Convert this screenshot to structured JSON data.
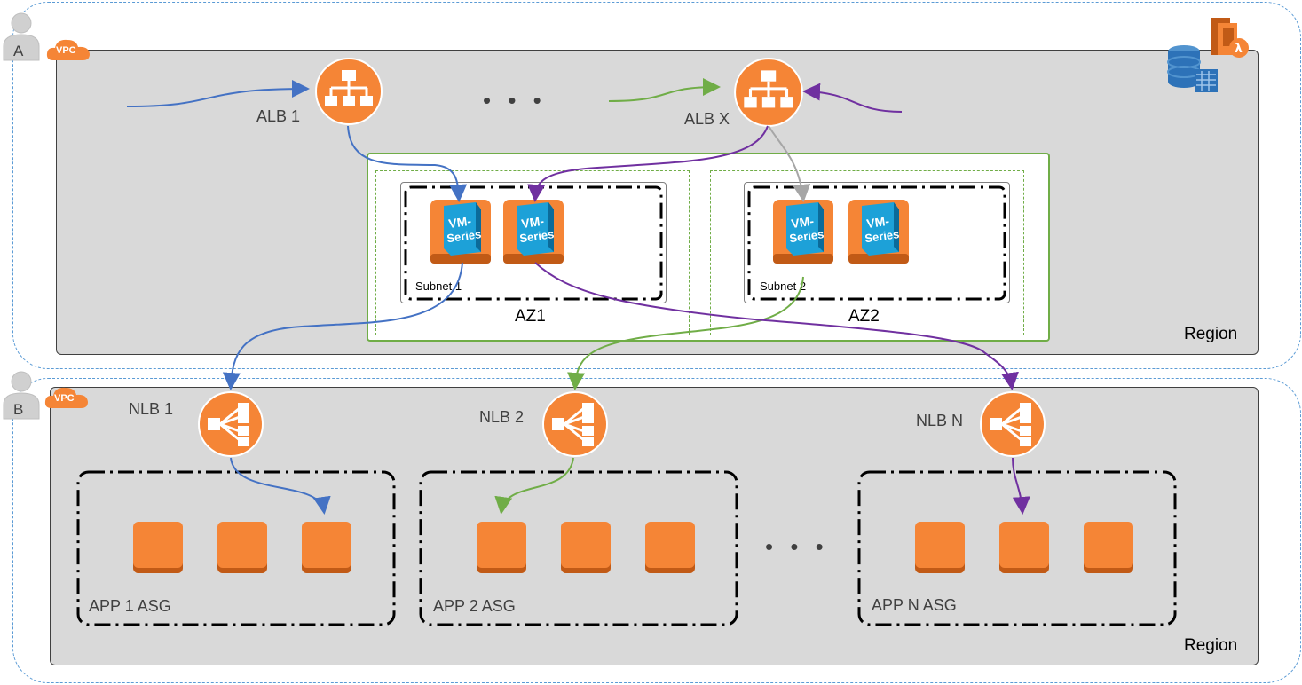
{
  "accounts": [
    {
      "id": "A",
      "vpc_badge": "VPC"
    },
    {
      "id": "B",
      "vpc_badge": "VPC"
    }
  ],
  "top_region": {
    "label": "Region",
    "albs": [
      {
        "label": "ALB 1"
      },
      {
        "label": "ALB X"
      }
    ],
    "ellipsis": "• • •",
    "availability_zones": [
      {
        "label": "AZ1",
        "subnet": "Subnet 1",
        "vm_badge": "VM-\nSeries"
      },
      {
        "label": "AZ2",
        "subnet": "Subnet 2",
        "vm_badge": "VM-\nSeries"
      }
    ]
  },
  "bottom_region": {
    "label": "Region",
    "nlbs": [
      {
        "label": "NLB 1"
      },
      {
        "label": "NLB 2"
      },
      {
        "label": "NLB N"
      }
    ],
    "asgs": [
      {
        "label": "APP 1 ASG"
      },
      {
        "label": "APP 2 ASG"
      },
      {
        "label": "APP N ASG"
      }
    ],
    "ellipsis": "• • •"
  },
  "colors": {
    "aws_orange": "#f58536",
    "flow_blue": "#4472c4",
    "flow_green": "#70ad47",
    "flow_purple": "#7030a0",
    "flow_gray": "#a6a6a6",
    "vpc_outline": "#5b9bd5",
    "region_fill": "#d9d9d9"
  }
}
